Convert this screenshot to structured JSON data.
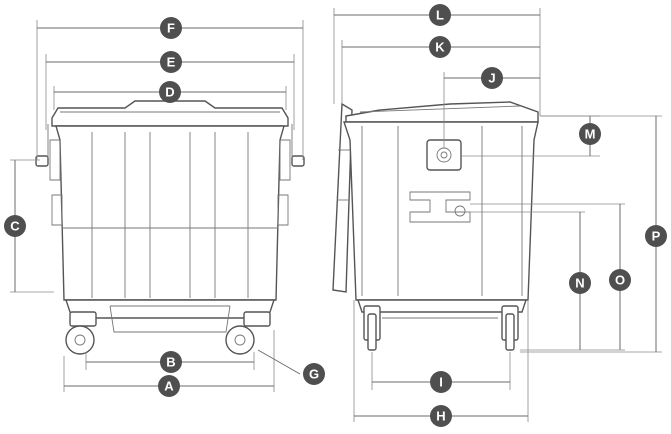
{
  "labels": {
    "A": "A",
    "B": "B",
    "C": "C",
    "D": "D",
    "E": "E",
    "F": "F",
    "G": "G",
    "H": "H",
    "I": "I",
    "J": "J",
    "K": "K",
    "L": "L",
    "M": "M",
    "N": "N",
    "O": "O",
    "P": "P"
  },
  "colors": {
    "line": "#6b6b6b",
    "badge": "#4f4f4f",
    "badge_text": "#ffffff"
  }
}
